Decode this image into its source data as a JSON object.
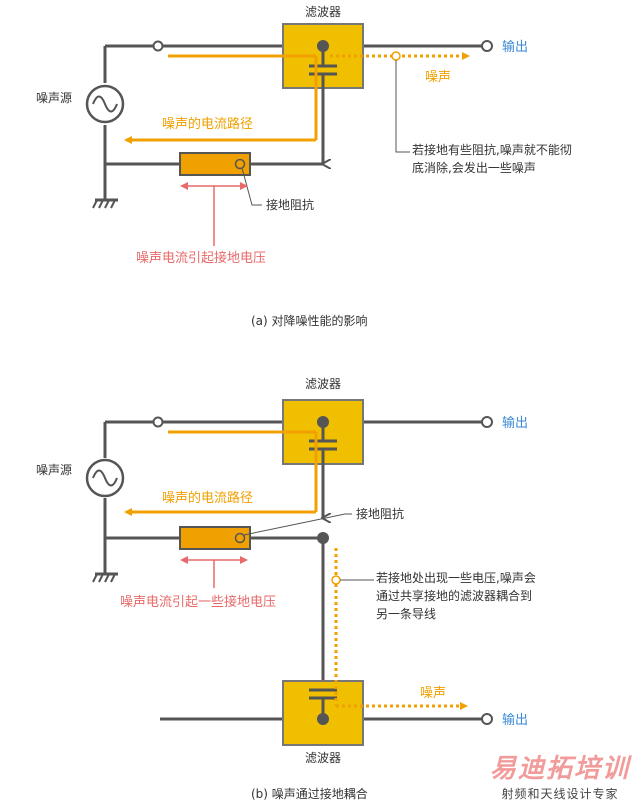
{
  "colors": {
    "wire": "#555555",
    "filter_fill": "#f0c000",
    "filter_stroke": "#777777",
    "noise_path": "#f0a000",
    "ground_impedance": "#f0a000",
    "voltage_label": "#e86a6a",
    "output_text": "#3a8ad6",
    "text": "#333333"
  },
  "diagram_a": {
    "filter_label": "滤波器",
    "source_label": "噪声源",
    "output_label": "输出",
    "noise_label": "噪声",
    "noise_path_label": "噪声的电流路径",
    "ground_impedance_label": "接地阻抗",
    "voltage_label": "噪声电流引起接地电压",
    "note_line1": "若接地有些阻抗,噪声就不能彻",
    "note_line2": "底消除,会发出一些噪声",
    "caption": "(a)  对降噪性能的影响"
  },
  "diagram_b": {
    "filter_label": "滤波器",
    "source_label": "噪声源",
    "output_label": "输出",
    "noise_path_label": "噪声的电流路径",
    "ground_impedance_label": "接地阻抗",
    "voltage_label": "噪声电流引起一些接地电压",
    "note_line1": "若接地处出现一些电压,噪声会",
    "note_line2": "通过共享接地的滤波器耦合到",
    "note_line3": "另一条导线",
    "filter2_label": "滤波器",
    "output2_label": "输出",
    "noise2_label": "噪声",
    "caption": "(b)  噪声通过接地耦合"
  },
  "watermark": {
    "logo": "易迪拓培训",
    "sub": "射频和天线设计专家"
  }
}
